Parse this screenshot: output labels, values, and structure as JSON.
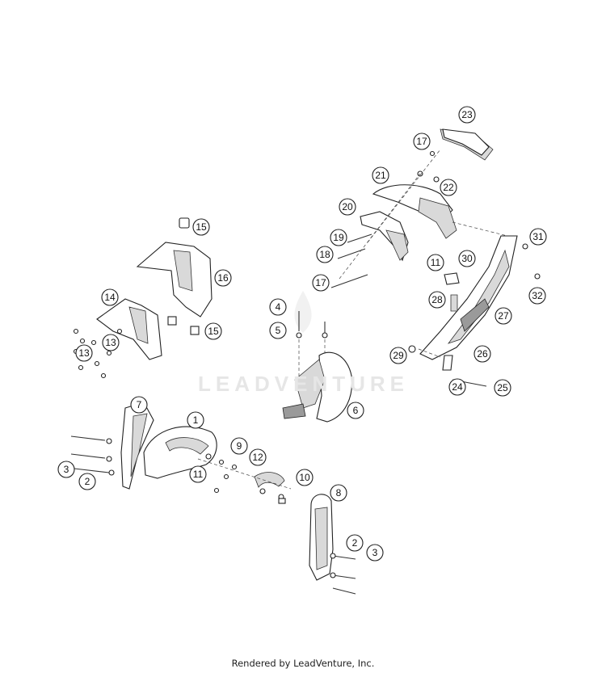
{
  "watermark": "LEADVENTURE",
  "footer": "Rendered by LeadVenture, Inc.",
  "callouts": [
    "1",
    "2",
    "2",
    "3",
    "3",
    "4",
    "5",
    "6",
    "7",
    "8",
    "9",
    "10",
    "11",
    "11",
    "12",
    "13",
    "13",
    "14",
    "15",
    "15",
    "16",
    "17",
    "17",
    "18",
    "19",
    "20",
    "21",
    "22",
    "23",
    "24",
    "25",
    "26",
    "27",
    "28",
    "29",
    "30",
    "31",
    "32"
  ]
}
